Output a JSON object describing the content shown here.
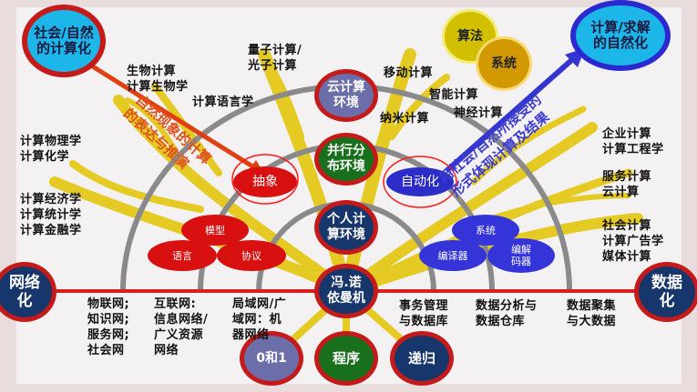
{
  "corners": {
    "social_natural": "社会/自然\n的计算化",
    "compute_natural": "计算/求解\n的自然化",
    "algorithm": "算法",
    "system": "系统"
  },
  "center_nodes": {
    "cloud": "云计算\n环境",
    "parallel": "并行分\n布环境",
    "personal": "个人计\n算环境",
    "von_neumann": "冯.诺\n依曼机",
    "zero_one": "0和1",
    "program": "程序",
    "recursion": "递归"
  },
  "side_nodes": {
    "network": "网络\n化",
    "data": "数据\n化"
  },
  "ovals": {
    "abstraction": "抽象",
    "automation": "自动化",
    "model": "模型",
    "language": "语言",
    "protocol": "协议",
    "system": "系统",
    "compiler": "编译器",
    "codec": "编解\n码器"
  },
  "arrows": {
    "red_text": "自然现象的计算\n的表达与推演",
    "blue_text": "用社会/自然所接受的\n形式体现计算及结果"
  },
  "branch_labels": {
    "quantum": "量子计算/\n光子计算",
    "bio": "生物计算\n计算生物学",
    "linguistics": "计算语言学",
    "physics": "计算物理学\n计算化学",
    "economics": "计算经济学\n计算统计学\n计算金融学",
    "mobile": "移动计算",
    "intelligent": "智能计算",
    "neural": "神经计算",
    "nano": "纳米计算",
    "enterprise": "企业计算\n计算工程学",
    "service": "服务计算\n云计算",
    "social": "社会计算\n计算广告学\n媒体计算"
  },
  "bottom_labels": {
    "iot": "物联网;\n知识网;\n服务网;\n社会网",
    "internet": "互联网:\n信息网络/\n广义资源\n网络",
    "lan": "局域网/广\n域网：机\n器网络",
    "transaction": "事务管理\n与数据库",
    "analysis": "数据分析与\n数据仓库",
    "bigdata": "数据聚集\n与大数据"
  },
  "colors": {
    "red": "#c51a1a",
    "cyan": "#1cb6e8",
    "navy": "#17366b",
    "green": "#18701c",
    "slate": "#6b6ea8",
    "blue": "#2c2cc8",
    "branch": "#e3c800"
  }
}
